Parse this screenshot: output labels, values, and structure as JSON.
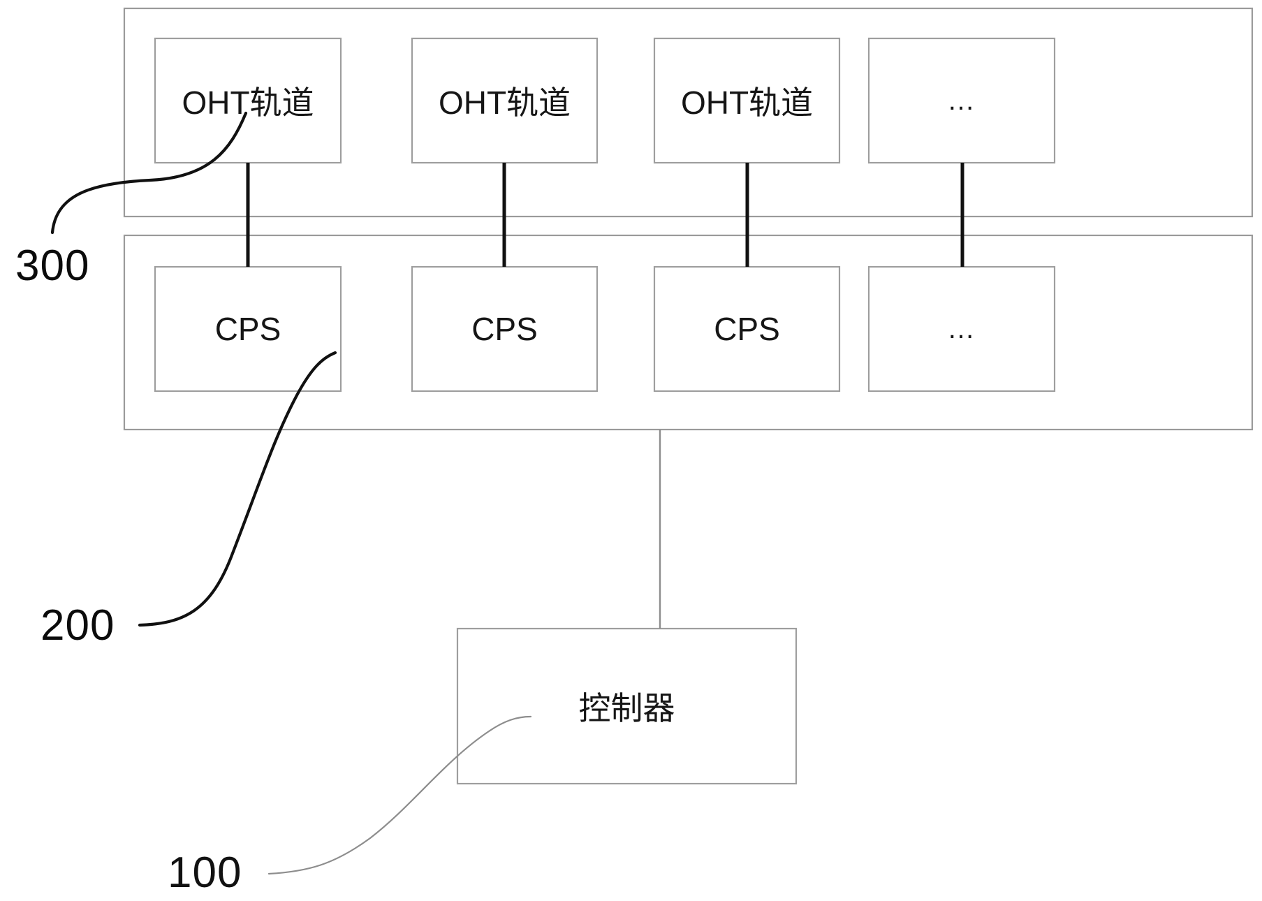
{
  "diagram": {
    "title_numbers": {
      "track_group": "300",
      "cps_group": "200",
      "controller": "100"
    },
    "track_group": {
      "ref": "300",
      "nodes": [
        {
          "label": "OHT轨道",
          "kind": "track"
        },
        {
          "label": "OHT轨道",
          "kind": "track"
        },
        {
          "label": "OHT轨道",
          "kind": "track"
        },
        {
          "label": "…",
          "kind": "ellipsis"
        }
      ]
    },
    "cps_group": {
      "ref": "200",
      "nodes": [
        {
          "label": "CPS",
          "kind": "cps"
        },
        {
          "label": "CPS",
          "kind": "cps"
        },
        {
          "label": "CPS",
          "kind": "cps"
        },
        {
          "label": "…",
          "kind": "ellipsis"
        }
      ]
    },
    "controller": {
      "ref": "100",
      "label": "控制器"
    },
    "colors": {
      "frame_stroke": "#9a9a9a",
      "box_stroke": "#9e9e9e",
      "connector": "#111111",
      "connector_thin": "#8d8d8d",
      "text": "#161616",
      "background": "#ffffff"
    }
  }
}
